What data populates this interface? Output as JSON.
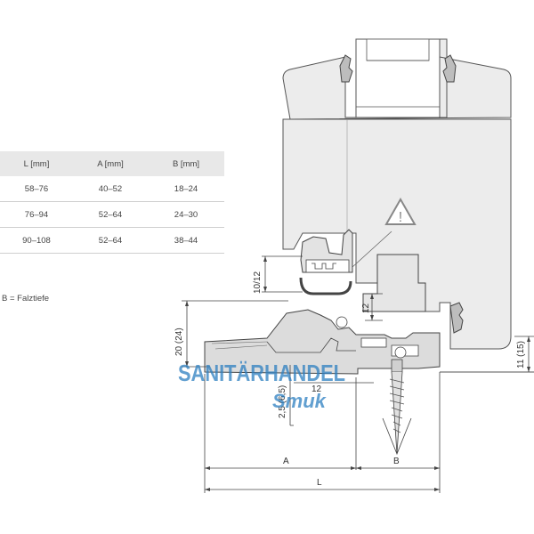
{
  "table": {
    "headers": [
      "L [mm]",
      "A [mm]",
      "B [mm]"
    ],
    "rows": [
      [
        "58–76",
        "40–52",
        "18–24"
      ],
      [
        "76–94",
        "52–64",
        "24–30"
      ],
      [
        "90–108",
        "52–64",
        "38–44"
      ]
    ]
  },
  "note": "B = Falztiefe",
  "dimensions": {
    "d_10_12": "10/12",
    "d_12_top": "12",
    "d_20_24": "20 (24)",
    "d_2_5": "2,5 (6,5)",
    "d_12_bottom": "12",
    "d_11_15": "11 (15)",
    "label_A": "A",
    "label_B": "B",
    "label_L": "L"
  },
  "watermark": {
    "line1": "SANITÄRHANDEL",
    "line2": "Smuk"
  },
  "colors": {
    "frame_fill": "#ececec",
    "profile_fill": "#dcdcdc",
    "line": "#555555",
    "watermark": "#2d7fc1"
  },
  "icons": [
    "warning-triangle-icon"
  ]
}
